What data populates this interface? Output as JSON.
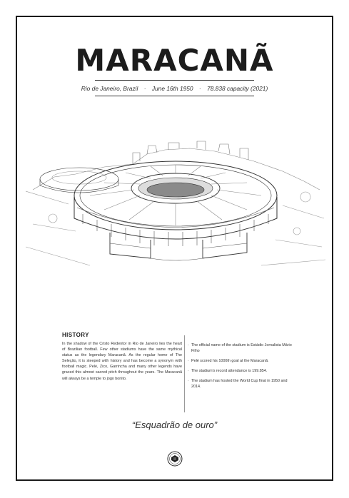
{
  "poster": {
    "title": "MARACANÃ",
    "subtitle": {
      "location": "Rio de Janeiro, Brazil",
      "date": "June 16th 1950",
      "capacity": "78.838 capacity (2021)",
      "separator": "·"
    },
    "history": {
      "heading": "HISTORY",
      "text": "In the shadow of the Cristo Redentor in Rio de Janeiro lies the heart of Brazilian football. Few other stadiums have the same mythical status as the legendary Maracanã. As the regular home of The Seleção, it is steeped with history and has become a synonym with football magic. Pelé, Zico, Garrincha and many other legends have graced this almost sacred pitch throughout the years. The Maracanã will always be a temple to jogo bonito."
    },
    "facts": [
      "The official name of the stadium is Estádio Jornalista Mário Filho",
      "Pelé scored his 1000th goal at the Maracanã.",
      "The stadium's record attendance is 199.854.",
      "The stadium has hosted the World Cup final in 1950 and 2014."
    ],
    "quote": "“Esquadrão de ouro”",
    "illustration_icon": "stadium-illustration",
    "logo_icon": "crest-logo-icon"
  }
}
